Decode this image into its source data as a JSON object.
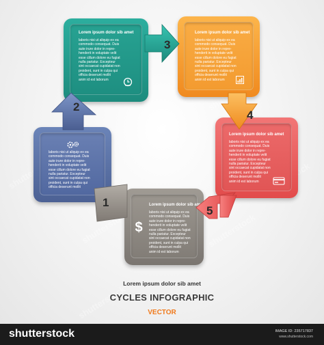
{
  "steps": [
    {
      "number": "1",
      "heading": "Lorem ipsum dolor sib amet",
      "body": "laboris nisi ut aliquip ex ea\ncommodo consequat. Duis\naute irure dolor in repre-\nhenderit in voluptate velit\nesse cillum dolore eu fugiat\nnulla pariatur. Excepteur\nsint occaecat cupidatat non\nproident, sunt in culpa qui\nofficia deserunt mollit\nanim id est laborum",
      "icon": "dollar-icon"
    },
    {
      "number": "2",
      "heading": "",
      "body": "laboris nisi ut aliquip ex ea\ncommodo consequat. Duis\naute irure dolor in repre-\nhenderit in voluptate velit\nesse cillum dolore eu fugiat\nnulla pariatur. Excepteur\nsint occaecat cupidatat non\nproident, sunt in culpa qui\nofficia deserunt mollit",
      "icon": "gears-icon"
    },
    {
      "number": "3",
      "heading": "Lorem ipsum dolor sib amet",
      "body": "laboris nisi ut aliquip ex ea\ncommodo consequat. Duis\naute irure dolor in repre-\nhenderit in voluptate velit\nesse cillum dolore eu fugiat\nnulla pariatur. Excepteur\nsint occaecat cupidatat non\nproident, sunt in culpa qui\nofficia deserunt mollit\nanim id est laborum",
      "icon": "chart-icon"
    },
    {
      "number": "4",
      "heading": "Lorem ipsum dolor sib amet",
      "body": "laboris nisi ut aliquip ex ea\ncommodo consequat. Duis\naute irure dolor in repre-\nhenderit in voluptate velit\nesse cillum dolore eu fugiat\nnulla pariatur. Excepteur\nsint occaecat cupidatat non\nproident, sunt in culpa qui\nofficia deserunt mollit\nanim id est laborum",
      "icon": "credit-card-icon"
    },
    {
      "number": "5",
      "heading": "Lorem ipsum dolor sib amet",
      "body": "laboris nisi ut aliquip ex ea\ncommodo consequat. Duis\naute irure dolor in repre-\nhenderit in voluptate velit\nesse cillum dolore eu fugiat\nnulla pariatur. Excepteur\nsint occaecat cupidatat non\nproident, sunt in culpa qui\nofficia deserunt mollit\nanim id est laborum",
      "icon": "clock-icon"
    }
  ],
  "captions": {
    "subtitle": "Lorem ipsum dolor sib amet",
    "title": "CYCLES INFOGRAPHIC",
    "vector": "VECTOR"
  },
  "footer": {
    "brand": "shutterstock",
    "image_id": "IMAGE ID: 235717837",
    "site": "www.shutterstock.com"
  },
  "watermark": "shutterstock",
  "colors": {
    "teal": "#1d8b7d",
    "orange": "#f08a1f",
    "red": "#e24b4b",
    "blue": "#4c6194",
    "gray": "#7a7570",
    "vector_accent": "#f07a1c"
  }
}
